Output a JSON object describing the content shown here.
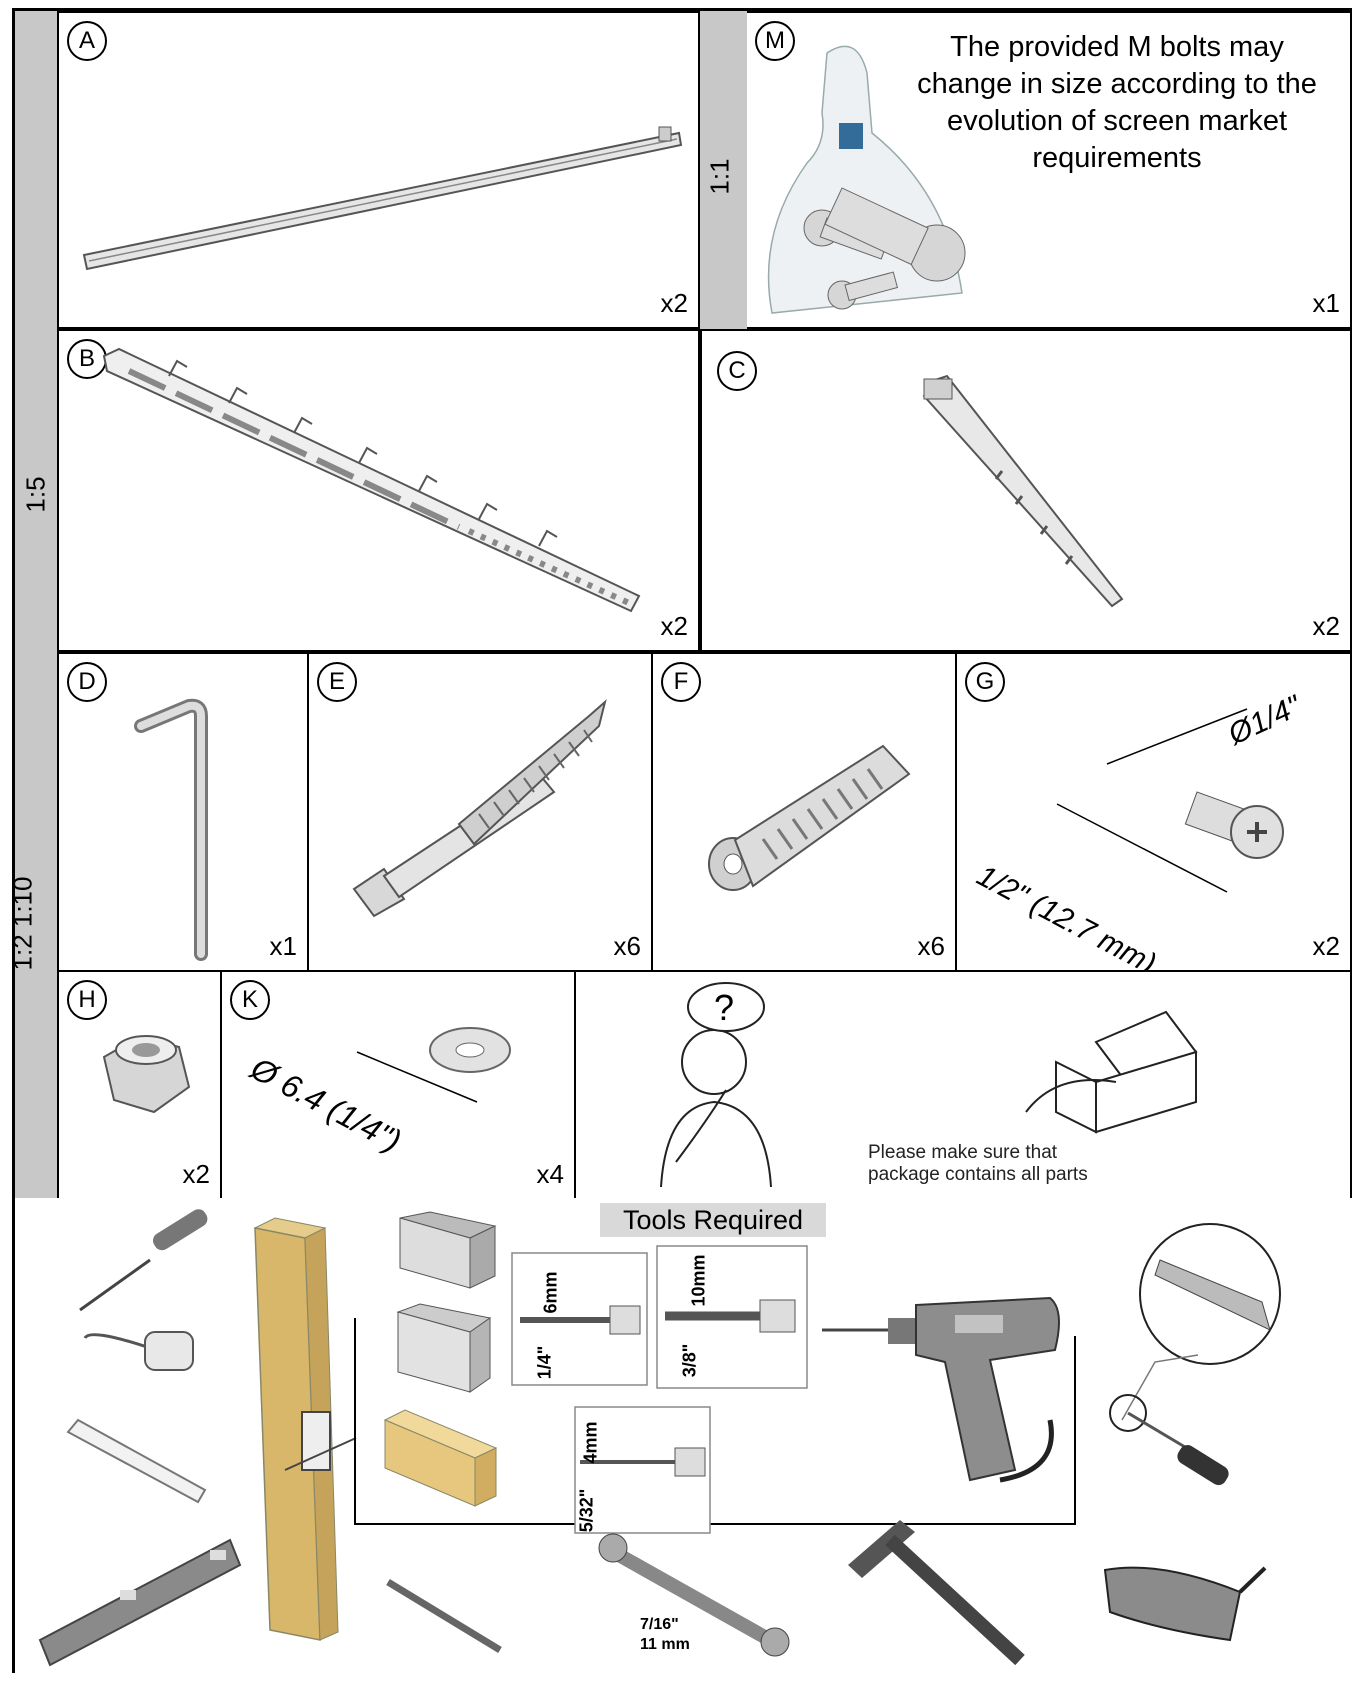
{
  "parts": {
    "A": {
      "letter": "A",
      "qty": "x2"
    },
    "M": {
      "letter": "M",
      "qty": "x1",
      "note": "The provided M bolts may change in size according to the evolution of screen market requirements"
    },
    "B": {
      "letter": "B",
      "qty": "x2"
    },
    "C": {
      "letter": "C",
      "qty": "x2"
    },
    "D": {
      "letter": "D",
      "qty": "x1"
    },
    "E": {
      "letter": "E",
      "qty": "x6"
    },
    "F": {
      "letter": "F",
      "qty": "x6"
    },
    "G": {
      "letter": "G",
      "qty": "x2",
      "diameter": "Ø1/4\"",
      "length": "1/2\" (12.7 mm)"
    },
    "H": {
      "letter": "H",
      "qty": "x2"
    },
    "K": {
      "letter": "K",
      "qty": "x4",
      "diameter": "Ø 6.4 (1/4\")"
    }
  },
  "scales": {
    "top_right": "1:1",
    "row2": "1:5",
    "row3": "1:2 1:10"
  },
  "package_note": {
    "line1": "Please make sure that",
    "line2": "package contains all parts"
  },
  "tools": {
    "title": "Tools Required",
    "bit1": {
      "mm": "6mm",
      "inch": "1/4\""
    },
    "bit2": {
      "mm": "10mm",
      "inch": "3/8\""
    },
    "bit3": {
      "mm": "4mm",
      "inch": "5/32\""
    },
    "wrench": {
      "inch": "7/16\"",
      "mm": "11 mm"
    }
  }
}
